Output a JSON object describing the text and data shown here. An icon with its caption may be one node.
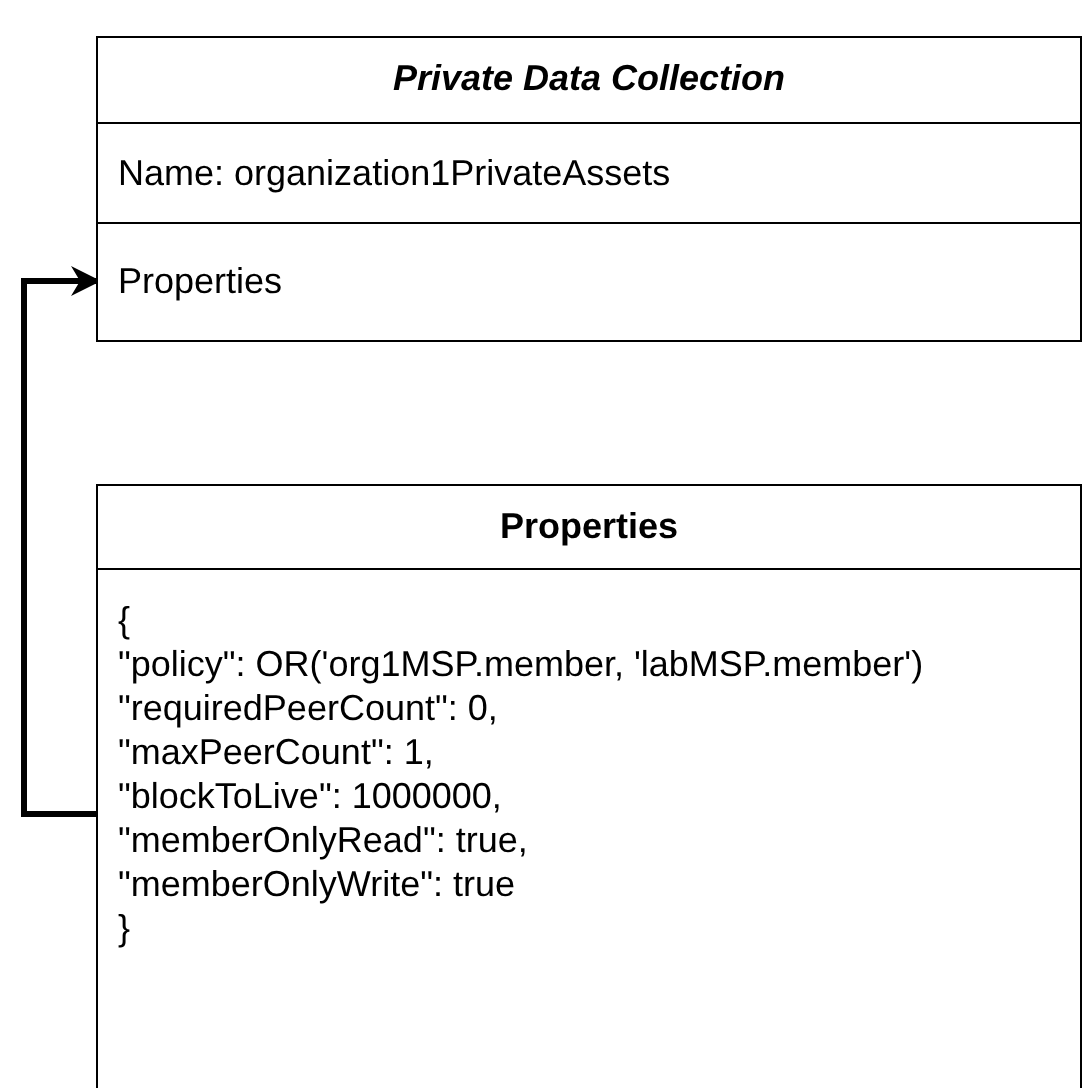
{
  "diagram": {
    "nodes": [
      {
        "text": [
          "Private Data Collection"
        ]
      },
      {
        "text": [
          "Name: organization1PrivateAssets"
        ],
        "in": 0
      },
      {
        "text": [
          "Properties"
        ],
        "in": 0
      },
      {
        "text": [
          "Properties",
          "{",
          "\"policy\": OR('org1MSP.member, 'labMSP.member')",
          "\"requiredPeerCount\": 0,",
          "\"maxPeerCount\": 1,",
          "\"blockToLive\": 1000000,",
          "\"memberOnlyRead\": true,",
          "\"memberOnlyWrite\": true",
          "}"
        ]
      }
    ],
    "edges": [
      {
        "from": 3,
        "to": 2,
        "arrow": "to"
      }
    ]
  }
}
